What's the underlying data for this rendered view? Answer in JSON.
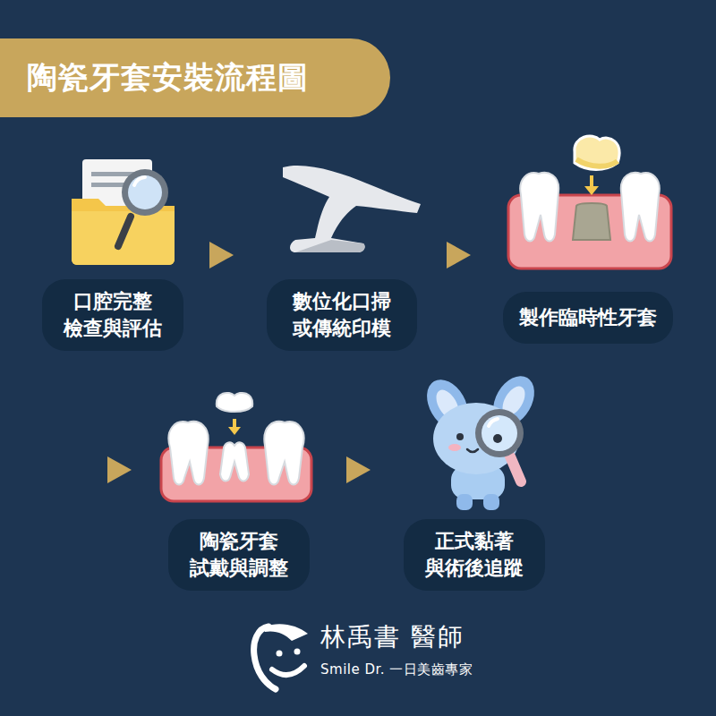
{
  "diagram": {
    "title": "陶瓷牙套安裝流程圖",
    "nodes": [
      {
        "text": [
          "口腔完整 檢查與評估"
        ]
      },
      {
        "text": [
          "數位化口掃 或傳統印模"
        ]
      },
      {
        "text": [
          "製作臨時性牙套"
        ]
      },
      {
        "text": [
          "陶瓷牙套 試戴與調整"
        ]
      },
      {
        "text": [
          "正式黏著 與術後追蹤"
        ]
      }
    ],
    "edges": [
      {
        "from": 0,
        "to": 1,
        "arrow": "to"
      },
      {
        "from": 1,
        "to": 2,
        "arrow": "to"
      },
      {
        "from": 2,
        "to": 3,
        "arrow": "to"
      },
      {
        "from": 3,
        "to": 4,
        "arrow": "to"
      }
    ],
    "labels": [
      "林禹書 醫師",
      "Smile Dr. 一日美齒專家"
    ]
  }
}
